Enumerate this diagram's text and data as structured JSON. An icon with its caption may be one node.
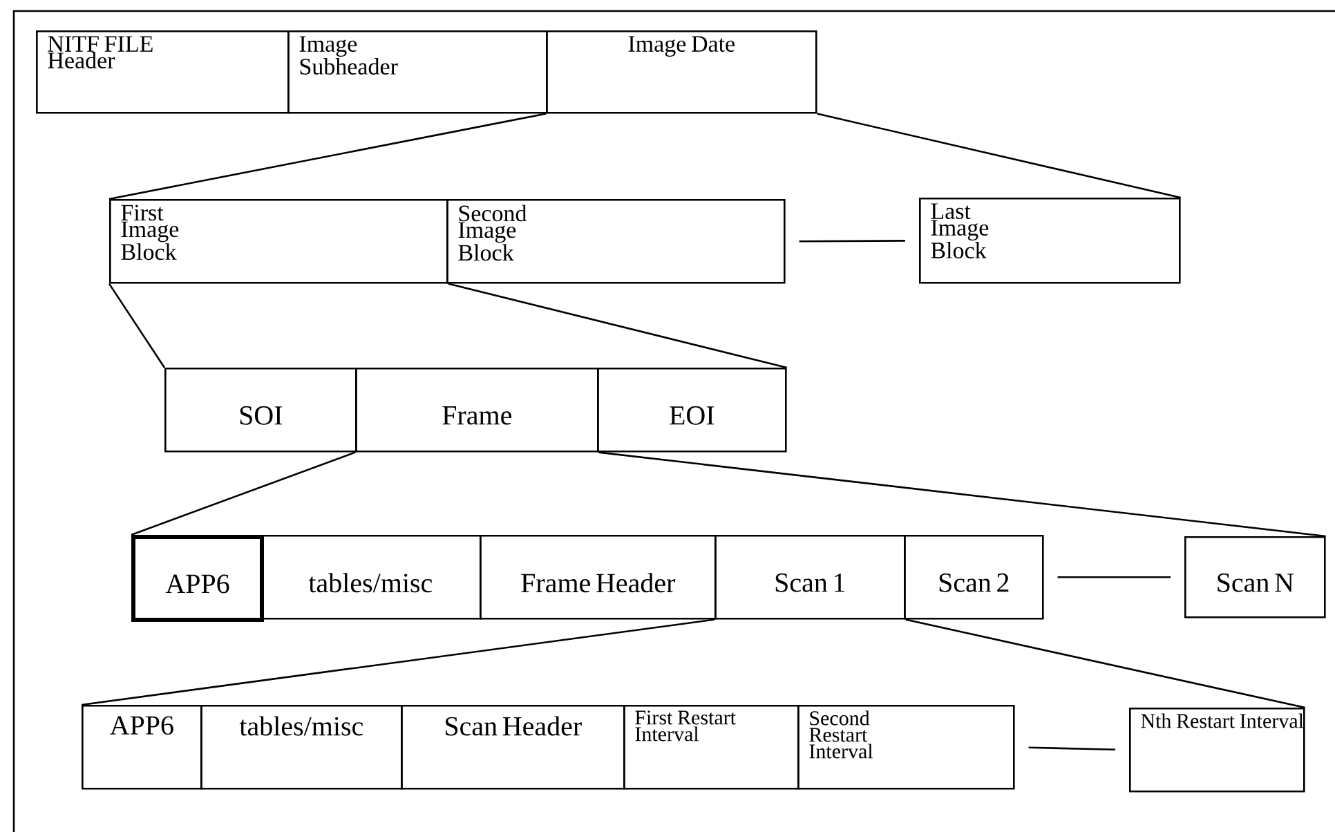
{
  "diagram": {
    "nodes": [
      {
        "text": [
          "NITF FILE Header"
        ]
      },
      {
        "text": [
          "Image Subheader"
        ]
      },
      {
        "text": [
          "Image Date"
        ]
      },
      {
        "text": [
          "First Image Block"
        ]
      },
      {
        "text": [
          "Second Image Block"
        ]
      },
      {
        "text": [
          "Last Image Block"
        ]
      },
      {
        "text": [
          "SOI"
        ]
      },
      {
        "text": [
          "Frame"
        ]
      },
      {
        "text": [
          "EOI"
        ]
      },
      {
        "text": [
          "APP6"
        ]
      },
      {
        "text": [
          "tables/misc"
        ]
      },
      {
        "text": [
          "Frame Header"
        ]
      },
      {
        "text": [
          "Scan 1"
        ]
      },
      {
        "text": [
          "Scan 2"
        ]
      },
      {
        "text": [
          "Scan N"
        ]
      },
      {
        "text": [
          "APP6"
        ]
      },
      {
        "text": [
          "tables/misc"
        ]
      },
      {
        "text": [
          "Scan Header"
        ]
      },
      {
        "text": [
          "First Restart Interval"
        ]
      },
      {
        "text": [
          "Second Restart Interval"
        ]
      },
      {
        "text": [
          "Nth Restart Interval"
        ]
      }
    ],
    "edges": [
      {
        "from": 2,
        "to": 3,
        "arrow": "none"
      },
      {
        "from": 2,
        "to": 5,
        "arrow": "none"
      },
      {
        "from": 4,
        "to": 5,
        "arrow": "none"
      },
      {
        "from": 3,
        "to": 6,
        "arrow": "none"
      },
      {
        "from": 3,
        "to": 8,
        "arrow": "none"
      },
      {
        "from": 7,
        "to": 9,
        "arrow": "none"
      },
      {
        "from": 7,
        "to": 14,
        "arrow": "none"
      },
      {
        "from": 13,
        "to": 14,
        "arrow": "none"
      },
      {
        "from": 12,
        "to": 15,
        "arrow": "none"
      },
      {
        "from": 12,
        "to": 20,
        "arrow": "none"
      },
      {
        "from": 19,
        "to": 20,
        "arrow": "none"
      }
    ]
  }
}
